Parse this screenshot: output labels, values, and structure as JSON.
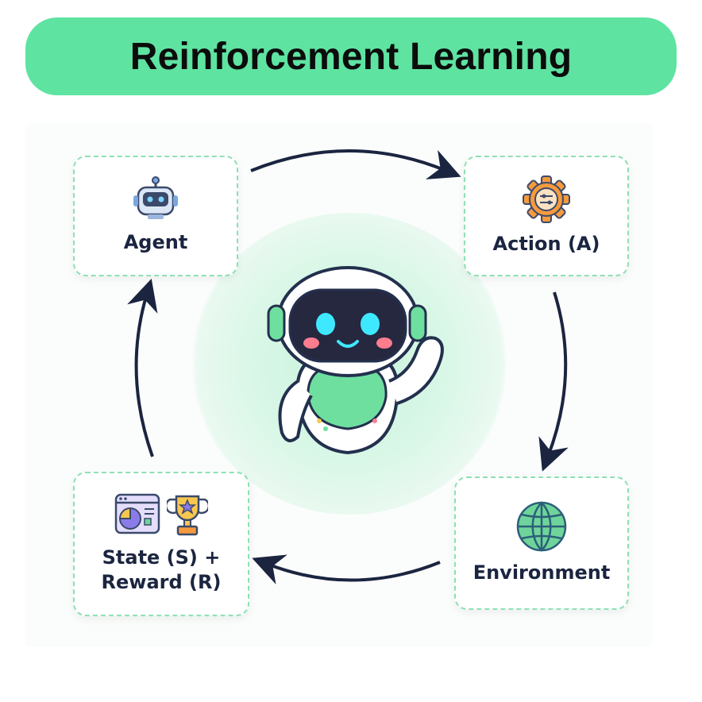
{
  "title": "Reinforcement Learning",
  "nodes": {
    "agent": {
      "label": "Agent",
      "icon": "robot-head-icon"
    },
    "action": {
      "label": "Action (A)",
      "icon": "gear-sliders-icon"
    },
    "environment": {
      "label": "Environment",
      "icon": "globe-icon"
    },
    "state_reward": {
      "label_line1": "State (S) +",
      "label_line2": "Reward (R)",
      "icons": [
        "dashboard-chart-icon",
        "trophy-icon"
      ]
    }
  },
  "cycle": [
    "Agent",
    "Action (A)",
    "Environment",
    "State (S) + Reward (R)"
  ],
  "colors": {
    "accent": "#5ee3a1",
    "border": "#8fe0b4",
    "arrow": "#1b2540",
    "text": "#1b2540"
  }
}
